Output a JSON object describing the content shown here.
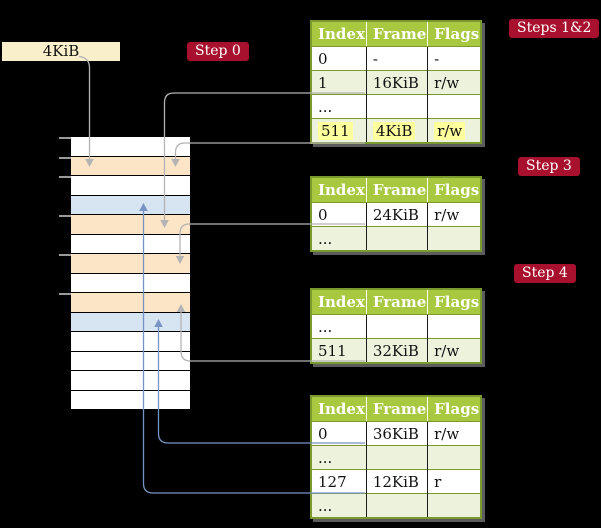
{
  "page_size_box": {
    "label": "4KiB"
  },
  "step_badges": [
    {
      "label": "Step 0"
    },
    {
      "label": "Steps 1&2"
    },
    {
      "label": "Step 3"
    },
    {
      "label": "Step 4"
    }
  ],
  "memory": {
    "row_colors": [
      "white",
      "peach",
      "white",
      "blue",
      "peach",
      "white",
      "peach",
      "white",
      "peach",
      "blue",
      "white",
      "white",
      "white",
      "white"
    ],
    "tick_row_indices": [
      0,
      1,
      2,
      4,
      6,
      8
    ]
  },
  "tables": [
    {
      "headers": [
        "Index",
        "Frame",
        "Flags"
      ],
      "rows": [
        {
          "cells": [
            "0",
            "-",
            "-"
          ]
        },
        {
          "cells": [
            "1",
            "16KiB",
            "r/w"
          ]
        },
        {
          "cells": [
            "...",
            "",
            ""
          ]
        },
        {
          "cells": [
            "511",
            "4KiB",
            "r/w"
          ],
          "highlighted": true
        }
      ]
    },
    {
      "headers": [
        "Index",
        "Frame",
        "Flags"
      ],
      "rows": [
        {
          "cells": [
            "0",
            "24KiB",
            "r/w"
          ]
        },
        {
          "cells": [
            "...",
            "",
            ""
          ]
        }
      ]
    },
    {
      "headers": [
        "Index",
        "Frame",
        "Flags"
      ],
      "rows": [
        {
          "cells": [
            "...",
            "",
            ""
          ]
        },
        {
          "cells": [
            "511",
            "32KiB",
            "r/w"
          ]
        }
      ]
    },
    {
      "headers": [
        "Index",
        "Frame",
        "Flags"
      ],
      "rows": [
        {
          "cells": [
            "0",
            "36KiB",
            "r/w"
          ]
        },
        {
          "cells": [
            "...",
            "",
            ""
          ]
        },
        {
          "cells": [
            "127",
            "12KiB",
            "r"
          ]
        },
        {
          "cells": [
            "...",
            "",
            ""
          ]
        }
      ]
    }
  ],
  "colors": {
    "badge_red": "#a8112d",
    "table_header_green": "#a7c83f",
    "table_row_green": "#edf2dd",
    "table_border_olive": "#7a992f",
    "highlight_yellow": "#feff9d",
    "frame_peach": "#fce4c7",
    "frame_blue": "#d7e4f2",
    "box_cream": "#faefcb",
    "arrow_gray": "#b3b3b3",
    "arrow_blue": "#7793c3"
  }
}
